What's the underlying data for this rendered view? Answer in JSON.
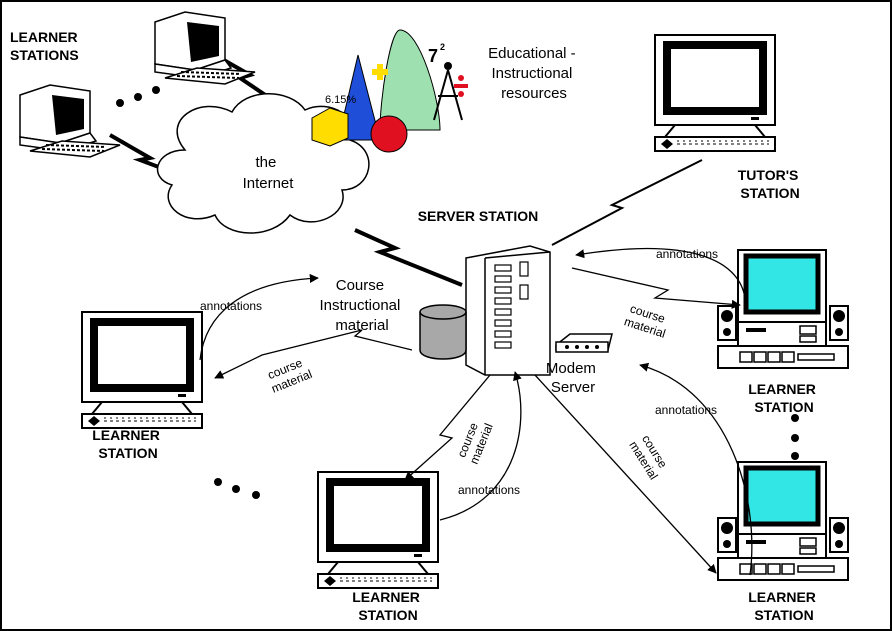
{
  "labels": {
    "learner_stations_top": [
      "LEARNER",
      "STATIONS"
    ],
    "educational_resources": [
      "Educational -",
      "Instructional",
      "resources"
    ],
    "resource_figures": {
      "percent": "6.15%",
      "seven": "7",
      "square": "2"
    },
    "internet": [
      "the",
      "Internet"
    ],
    "tutors_station": [
      "TUTOR'S",
      "STATION"
    ],
    "server_station": "SERVER STATION",
    "course_instructional_material": [
      "Course",
      "Instructional",
      "material"
    ],
    "modem_server": [
      "Modem",
      "Server"
    ],
    "learner_station_left": [
      "LEARNER",
      "STATION"
    ],
    "learner_station_bottom_center": [
      "LEARNER",
      "STATION"
    ],
    "learner_station_right_top": [
      "LEARNER",
      "STATION"
    ],
    "learner_station_right_bottom": [
      "LEARNER",
      "STATION"
    ]
  },
  "connections": {
    "annotations": "annotations",
    "course_material": [
      "course",
      "material"
    ]
  },
  "colors": {
    "screen_cyan": "#33e6e6",
    "cloud_fill": "#ffffff",
    "resource_yellow": "#ffdd00",
    "resource_blue": "#1f4fd8",
    "resource_red": "#e01020",
    "resource_green": "#9fe0b0",
    "database_grey": "#a8a8a8"
  }
}
